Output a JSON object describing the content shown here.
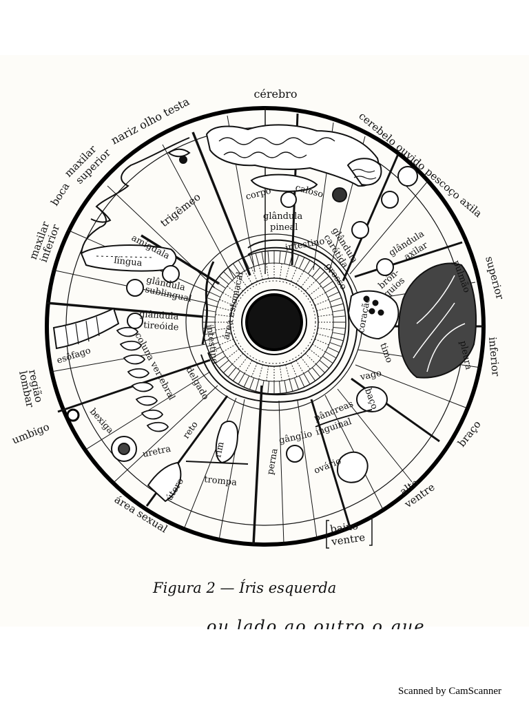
{
  "diagram": {
    "caption": "Figura 2 — Íris esquerda",
    "bottom_fragment": "ou lado ao outro o que",
    "watermark": "Scanned by CamScanner",
    "outer_labels": {
      "cerebro": "cérebro",
      "nariz_olho_testa": "nariz olho testa",
      "cerebelo_ouvido_pescoco_axila": "cerebelo ouvido pescoço axila",
      "maxilar_superior_1": "maxilar",
      "maxilar_superior_2": "superior",
      "boca": "boca",
      "maxilar_inferior_1": "maxilar",
      "maxilar_inferior_2": "inferior",
      "superior": "superior",
      "inferior": "inferior",
      "regiao_lombar_1": "região",
      "regiao_lombar_2": "lombar",
      "umbigo": "umbigo",
      "braco": "braço",
      "alto_ventre_1": "alto",
      "alto_ventre_2": "ventre",
      "area_sexual": "área sexual",
      "baixo_ventre_1": "baixo",
      "baixo_ventre_2": "ventre"
    },
    "inner_labels": {
      "corpo": "corpo",
      "caloso": "caloso",
      "glandula_pineal_1": "glândula",
      "glandula_pineal_2": "pineal",
      "trigemeo": "trigêmeo",
      "amigdala": "amígdala",
      "lingua": "língua",
      "glandula_sublingual_1": "glândula",
      "glandula_sublingual_2": "sublingual",
      "glandula_tireoide_1": "glândula",
      "glandula_tireoide_2": "tireóide",
      "esofago": "esôfago",
      "coluna_vertebral": "coluna vertebral",
      "bexiga": "bexiga",
      "uretra": "uretra",
      "utero": "útero",
      "trompa": "trompa",
      "reto": "reto",
      "rim": "rim",
      "perna": "perna",
      "ganglio": "gânglio",
      "inguinal": "inguinal",
      "pancreas": "pâncreas",
      "baco": "baço",
      "ovario": "ovário",
      "vago": "vago",
      "timo": "timo",
      "coracao": "coração",
      "bronquios_1": "brôn-",
      "bronquios_2": "quios",
      "pulmao": "pulmão",
      "pleura": "pleura",
      "glandula_carotida_1": "glândula",
      "glandula_carotida_2": "carótida",
      "glandula_axilar_1": "glândula",
      "glandula_axilar_2": "axilar",
      "intestino_grosso_1": "intestino",
      "intestino_grosso_2": "grosso",
      "intestino_delgado_1": "intestino",
      "intestino_delgado_2": "delgado",
      "area_estomacal": "área estomacal"
    }
  }
}
